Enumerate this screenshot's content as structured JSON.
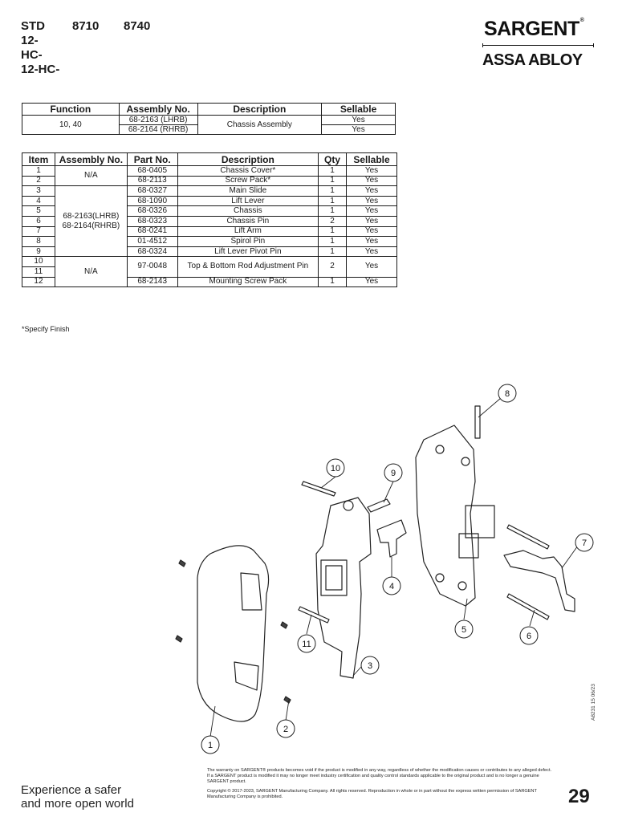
{
  "header": {
    "models": [
      [
        "STD",
        "8710",
        "8740"
      ],
      [
        "12-"
      ],
      [
        "HC-"
      ],
      [
        "12-HC-"
      ]
    ]
  },
  "logo": {
    "brand": "SARGENT",
    "tm": "®",
    "parent": "ASSA ABLOY"
  },
  "function_table": {
    "headers": [
      "Function",
      "Assembly No.",
      "Description",
      "Sellable"
    ],
    "function": "10, 40",
    "assemblies": [
      "68-2163 (LHRB)",
      "68-2164 (RHRB)"
    ],
    "description": "Chassis Assembly",
    "sellable": [
      "Yes",
      "Yes"
    ]
  },
  "parts_table": {
    "headers": [
      "Item",
      "Assembly No.",
      "Part No.",
      "Description",
      "Qty",
      "Sellable"
    ],
    "assembly_na": "N/A",
    "assembly_group": "68-2163(LHRB)\n68-2164(RHRB)",
    "rows": [
      {
        "item": "1",
        "part": "68-0405",
        "desc": "Chassis Cover*",
        "qty": "1",
        "sellable": "Yes"
      },
      {
        "item": "2",
        "part": "68-2113",
        "desc": "Screw Pack*",
        "qty": "1",
        "sellable": "Yes"
      },
      {
        "item": "3",
        "part": "68-0327",
        "desc": "Main Slide",
        "qty": "1",
        "sellable": "Yes"
      },
      {
        "item": "4",
        "part": "68-1090",
        "desc": "Lift Lever",
        "qty": "1",
        "sellable": "Yes"
      },
      {
        "item": "5",
        "part": "68-0326",
        "desc": "Chassis",
        "qty": "1",
        "sellable": "Yes"
      },
      {
        "item": "6",
        "part": "68-0323",
        "desc": "Chassis Pin",
        "qty": "2",
        "sellable": "Yes"
      },
      {
        "item": "7",
        "part": "68-0241",
        "desc": "Lift Arm",
        "qty": "1",
        "sellable": "Yes"
      },
      {
        "item": "8",
        "part": "01-4512",
        "desc": "Spirol Pin",
        "qty": "1",
        "sellable": "Yes"
      },
      {
        "item": "9",
        "part": "68-0324",
        "desc": "Lift Lever Pivot Pin",
        "qty": "1",
        "sellable": "Yes"
      },
      {
        "item": "10",
        "part": "97-0048",
        "desc": "Top & Bottom Rod Adjustment Pin",
        "qty": "2",
        "sellable": "Yes"
      },
      {
        "item": "11",
        "part": "",
        "desc": "",
        "qty": "",
        "sellable": ""
      },
      {
        "item": "12",
        "part": "68-2143",
        "desc": "Mounting Screw Pack",
        "qty": "1",
        "sellable": "Yes"
      }
    ]
  },
  "footnote": "*Specify Finish",
  "callouts": [
    "1",
    "2",
    "3",
    "4",
    "5",
    "6",
    "7",
    "8",
    "9",
    "10",
    "11"
  ],
  "footer": {
    "tagline_1": "Experience a safer",
    "tagline_2": "and more open world",
    "legal_1": "The warranty on SARGENT® products becomes void if the product is modified in any way, regardless of whether the modification causes or contributes to any alleged defect. If a SARGENT product is modified it may no longer meet industry certification and quality control standards applicable to the original product and is no longer a genuine SARGENT product.",
    "legal_2": "Copyright © 2017-2023, SARGENT Manufacturing Company. All rights reserved. Reproduction in whole or in part without the express written permission of SARGENT Manufacturing Company is prohibited.",
    "page_number": "29",
    "doc_id": "A8231 15  06/23"
  }
}
